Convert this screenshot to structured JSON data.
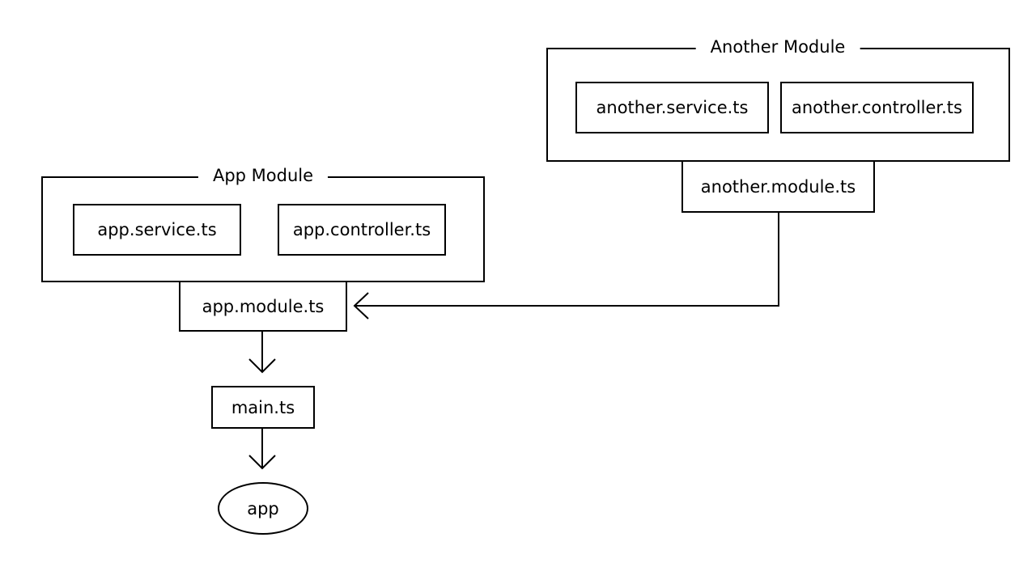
{
  "colors": {
    "stroke": "#000000",
    "background": "#ffffff"
  },
  "another_module": {
    "title": "Another Module",
    "service": "another.service.ts",
    "controller": "another.controller.ts",
    "module_file": "another.module.ts"
  },
  "app_module": {
    "title": "App Module",
    "service": "app.service.ts",
    "controller": "app.controller.ts",
    "module_file": "app.module.ts"
  },
  "main_file": "main.ts",
  "app_node": "app",
  "edges": [
    {
      "from": "another.module.ts",
      "to": "app.module.ts"
    },
    {
      "from": "app.module.ts",
      "to": "main.ts"
    },
    {
      "from": "main.ts",
      "to": "app"
    }
  ]
}
